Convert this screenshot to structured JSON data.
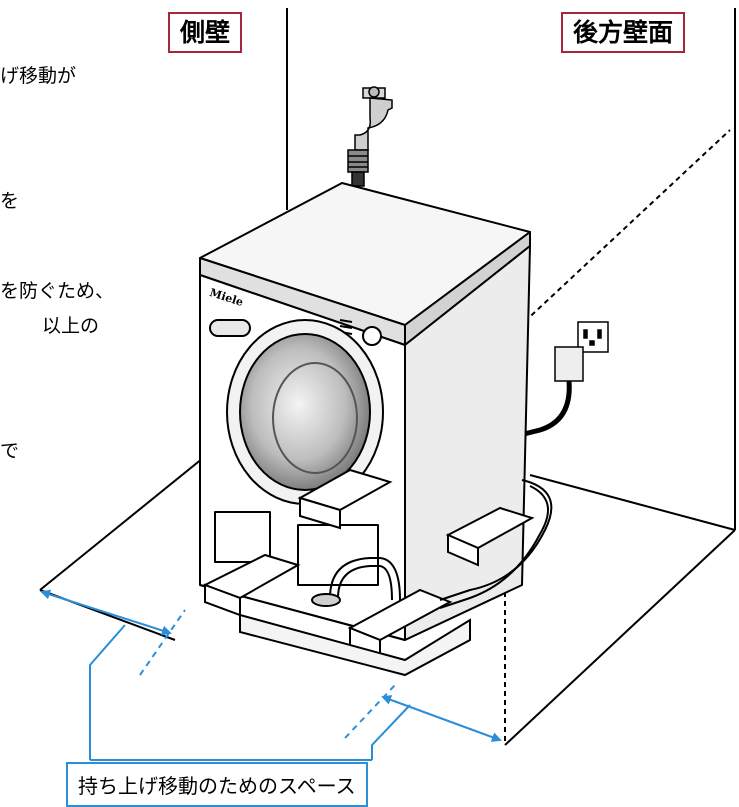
{
  "labels": {
    "side_wall": "側壁",
    "rear_wall": "後方壁面",
    "lift_space": "持ち上げ移動のためのスペース",
    "brand": "Miele"
  },
  "side_text": {
    "line1": "げ移動が",
    "line2": "を",
    "line3": "を防ぐため、",
    "line4": "以上の",
    "line5": "で"
  },
  "colors": {
    "label_border": "#a4283a",
    "arrow": "#2a8fd8"
  }
}
